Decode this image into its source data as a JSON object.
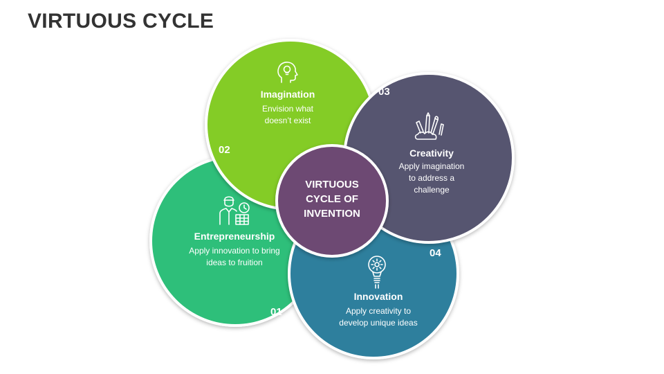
{
  "title": "VIRTUOUS CYCLE",
  "center": {
    "line1": "VIRTUOUS",
    "line2": "CYCLE OF",
    "line3": "INVENTION",
    "color": "#6d4a73"
  },
  "stages": [
    {
      "number": "02",
      "title": "Imagination",
      "desc1": "Envision what",
      "desc2": "doesn’t exist",
      "color": "#84cc27",
      "icon": "head-lightbulb-icon"
    },
    {
      "number": "03",
      "title": "Creativity",
      "desc1": "Apply imagination",
      "desc2": "to address a",
      "desc3": "challenge",
      "color": "#57546f",
      "icon": "art-supplies-icon"
    },
    {
      "number": "01",
      "title": "Entrepreneurship",
      "desc1": "Apply innovation to bring",
      "desc2": "ideas to fruition",
      "color": "#2fbf7a",
      "icon": "entrepreneur-icon"
    },
    {
      "number": "04",
      "title": "Innovation",
      "desc1": "Apply creativity to",
      "desc2": "develop unique ideas",
      "color": "#2f7f9d",
      "icon": "gear-bulb-icon"
    }
  ]
}
